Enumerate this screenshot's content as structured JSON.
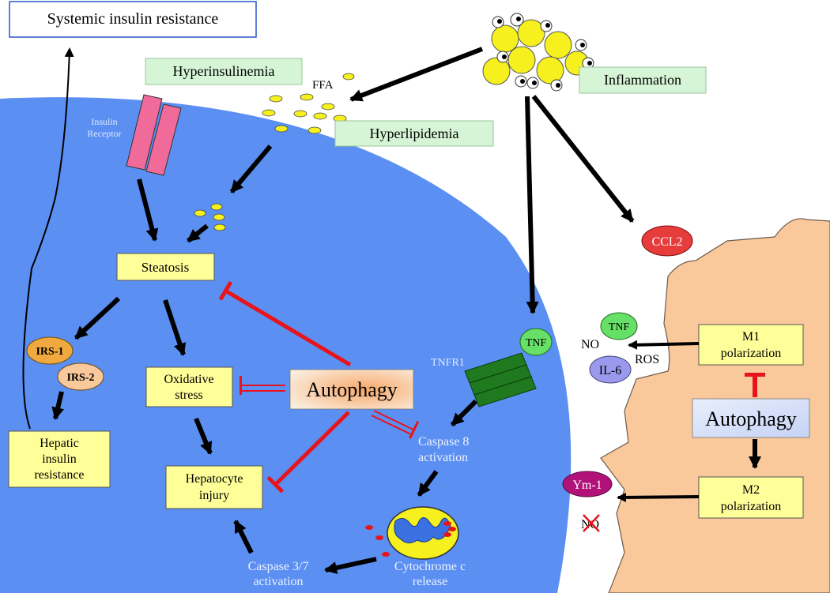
{
  "labels": {
    "systemic": "Systemic  insulin resistance",
    "hyperinsulinemia": "Hyperinsulinemia",
    "ffa": "FFA",
    "hyperlipidemia": "Hyperlipidemia",
    "inflammation": "Inflammation",
    "insulin_receptor_1": "Insulin",
    "insulin_receptor_2": "Receptor",
    "steatosis": "Steatosis",
    "irs1": "IRS-1",
    "irs2": "IRS-2",
    "hepatic_1": "Hepatic",
    "hepatic_2": "insulin",
    "hepatic_3": "resistance",
    "oxidative_1": "Oxidative",
    "oxidative_2": "stress",
    "autophagy_liver": "Autophagy",
    "hepatocyte_1": "Hepatocyte",
    "hepatocyte_2": "injury",
    "tnfr1": "TNFR1",
    "tnf_liver": "TNF",
    "casp8_1": "Caspase 8",
    "casp8_2": "activation",
    "cyto_1": "Cytochrome c",
    "cyto_2": "release",
    "casp37_1": "Caspase 3/7",
    "casp37_2": "activation",
    "ccl2": "CCL2",
    "tnf_mac": "TNF",
    "no_m1": "NO",
    "il6": "IL-6",
    "ros": "ROS",
    "m1_1": "M1",
    "m1_2": "polarization",
    "autophagy_mac": "Autophagy",
    "m2_1": "M2",
    "m2_2": "polarization",
    "ym1": "Ym-1",
    "no_m2": "NO"
  },
  "colors": {
    "cell_blue": "#5b8ff2",
    "macrophage": "#f9c89b",
    "label_green": "#d6f5d6",
    "box_yellow": "#ffff99",
    "inhibit_red": "#e8141c",
    "receptor_pink": "#f06a9a",
    "tnfr1_green": "#1f7a1f",
    "tnf_green": "#66e066",
    "ccl2_red": "#e63c3c",
    "il6_purple": "#9999ee",
    "ym1_magenta": "#b0127a",
    "fat_yellow": "#f5f01e"
  }
}
